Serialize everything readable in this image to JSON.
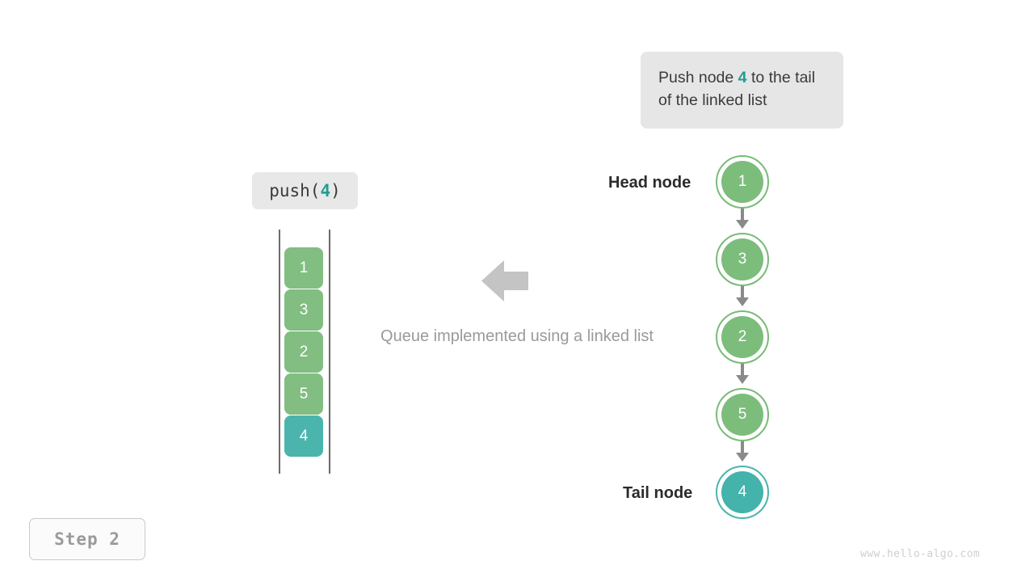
{
  "callout": {
    "prefix": "Push node ",
    "highlight": "4",
    "suffix": " to the tail of the linked list"
  },
  "operation": {
    "prefix": "push(",
    "highlight": "4",
    "suffix": ")"
  },
  "queue": {
    "cells": [
      {
        "value": "1",
        "accent": false
      },
      {
        "value": "3",
        "accent": false
      },
      {
        "value": "2",
        "accent": false
      },
      {
        "value": "5",
        "accent": false
      },
      {
        "value": "4",
        "accent": true
      }
    ]
  },
  "caption": "Queue implemented using a linked list",
  "linked_list": {
    "head_label": "Head node",
    "tail_label": "Tail node",
    "nodes": [
      {
        "value": "1",
        "accent": false
      },
      {
        "value": "3",
        "accent": false
      },
      {
        "value": "2",
        "accent": false
      },
      {
        "value": "5",
        "accent": false
      },
      {
        "value": "4",
        "accent": true
      }
    ]
  },
  "step_badge": "Step 2",
  "watermark": "www.hello-algo.com",
  "colors": {
    "green": "#82bd82",
    "green_ring": "#79bb79",
    "accent_teal": "#4bb5ad",
    "highlight_text": "#1f9e8f",
    "box_gray": "#e6e6e6",
    "arrow_gray": "#8a8a8a",
    "caption_gray": "#9a9a9a",
    "big_arrow_gray": "#c4c4c4",
    "rail_gray": "#6b6b6b"
  },
  "icons": {
    "flow_arrow": "left-arrow-icon",
    "link_arrow": "down-arrow-icon"
  }
}
